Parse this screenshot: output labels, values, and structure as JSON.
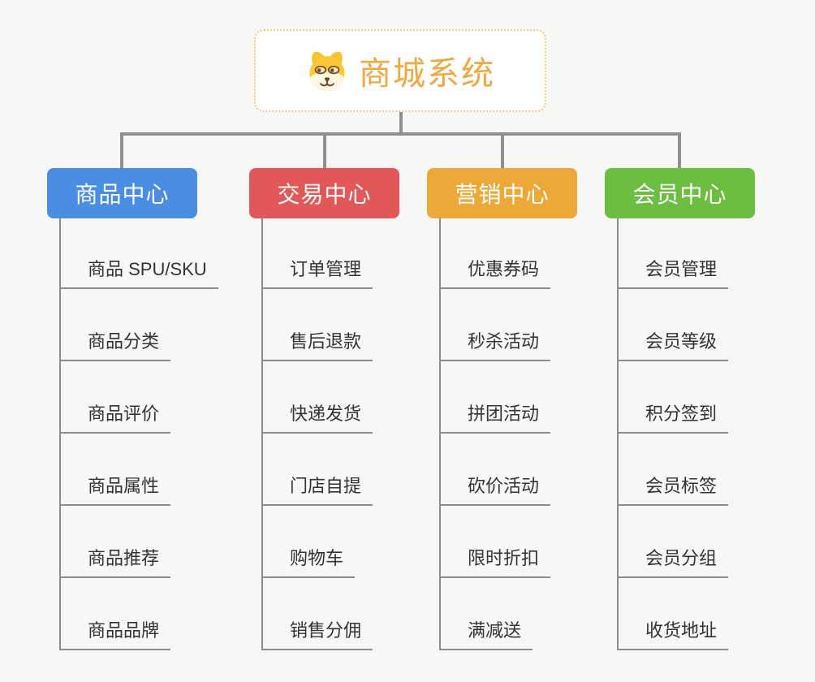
{
  "root": {
    "title": "商城系统",
    "icon": "dog-icon"
  },
  "branches": [
    {
      "label": "商品中心",
      "color": "#4a8ee4",
      "items": [
        "商品 SPU/SKU",
        "商品分类",
        "商品评价",
        "商品属性",
        "商品推荐",
        "商品品牌"
      ]
    },
    {
      "label": "交易中心",
      "color": "#e25757",
      "items": [
        "订单管理",
        "售后退款",
        "快递发货",
        "门店自提",
        "购物车",
        "销售分佣"
      ]
    },
    {
      "label": "营销中心",
      "color": "#eca937",
      "items": [
        "优惠券码",
        "秒杀活动",
        "拼团活动",
        "砍价活动",
        "限时折扣",
        "满减送"
      ]
    },
    {
      "label": "会员中心",
      "color": "#6cbe41",
      "items": [
        "会员管理",
        "会员等级",
        "积分签到",
        "会员标签",
        "会员分组",
        "收货地址"
      ]
    }
  ],
  "colors": {
    "background": "#f7f7f5",
    "connector": "#8f8f8f",
    "leaf_line": "#8c8c8c",
    "leaf_text": "#333333",
    "root_border": "#f3c477",
    "root_title": "#f0a843"
  }
}
